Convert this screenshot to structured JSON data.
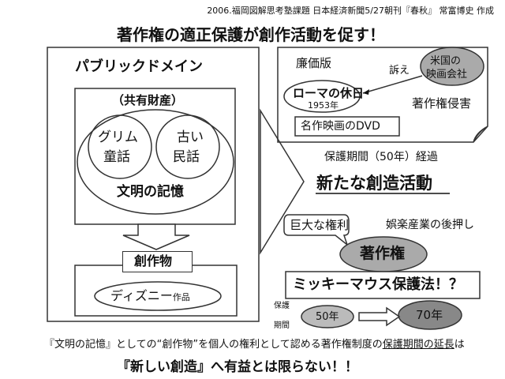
{
  "credit": "2006.福岡図解思考塾課題 日本経済新聞5/27朝刊『春秋』 常富博史 作成",
  "title": "著作権の適正保護が創作活動を促す！",
  "left": {
    "heading": "パブリックドメイン",
    "shared_label": "（共有財産）",
    "grimm": [
      "グリム",
      "童話"
    ],
    "folk": [
      "古い",
      "民話"
    ],
    "memory": "文明の記憶",
    "creation": "創作物",
    "disney_main": "ディズニー",
    "disney_suffix": "作品"
  },
  "right_top": {
    "cheap": "廉価版",
    "sue": "訴え",
    "studio": [
      "米国の",
      "映画会社"
    ],
    "movie": "ローマの休日",
    "year": "1953年",
    "infringe": "著作権侵害",
    "dvd": "名作映画のDVD"
  },
  "elapsed": "保護期間（50年）経過",
  "new_creation": "新たな創造活動",
  "huge_right": "巨大な権利",
  "industry": "娯楽産業の後押し",
  "copyright": "著作権",
  "mickey": "ミッキーマウス保護法！？",
  "term_label": [
    "保護",
    "期間"
  ],
  "term_from": "50年",
  "term_to": "70年",
  "footer": {
    "line1_pre": "『文明の記憶』としての“創作物”を個人の権利として認める著作権制度の",
    "line1_u": "保護期間の延長",
    "line1_post": "は",
    "line2": "『新しい創造』へ有益とは限らない！！"
  }
}
